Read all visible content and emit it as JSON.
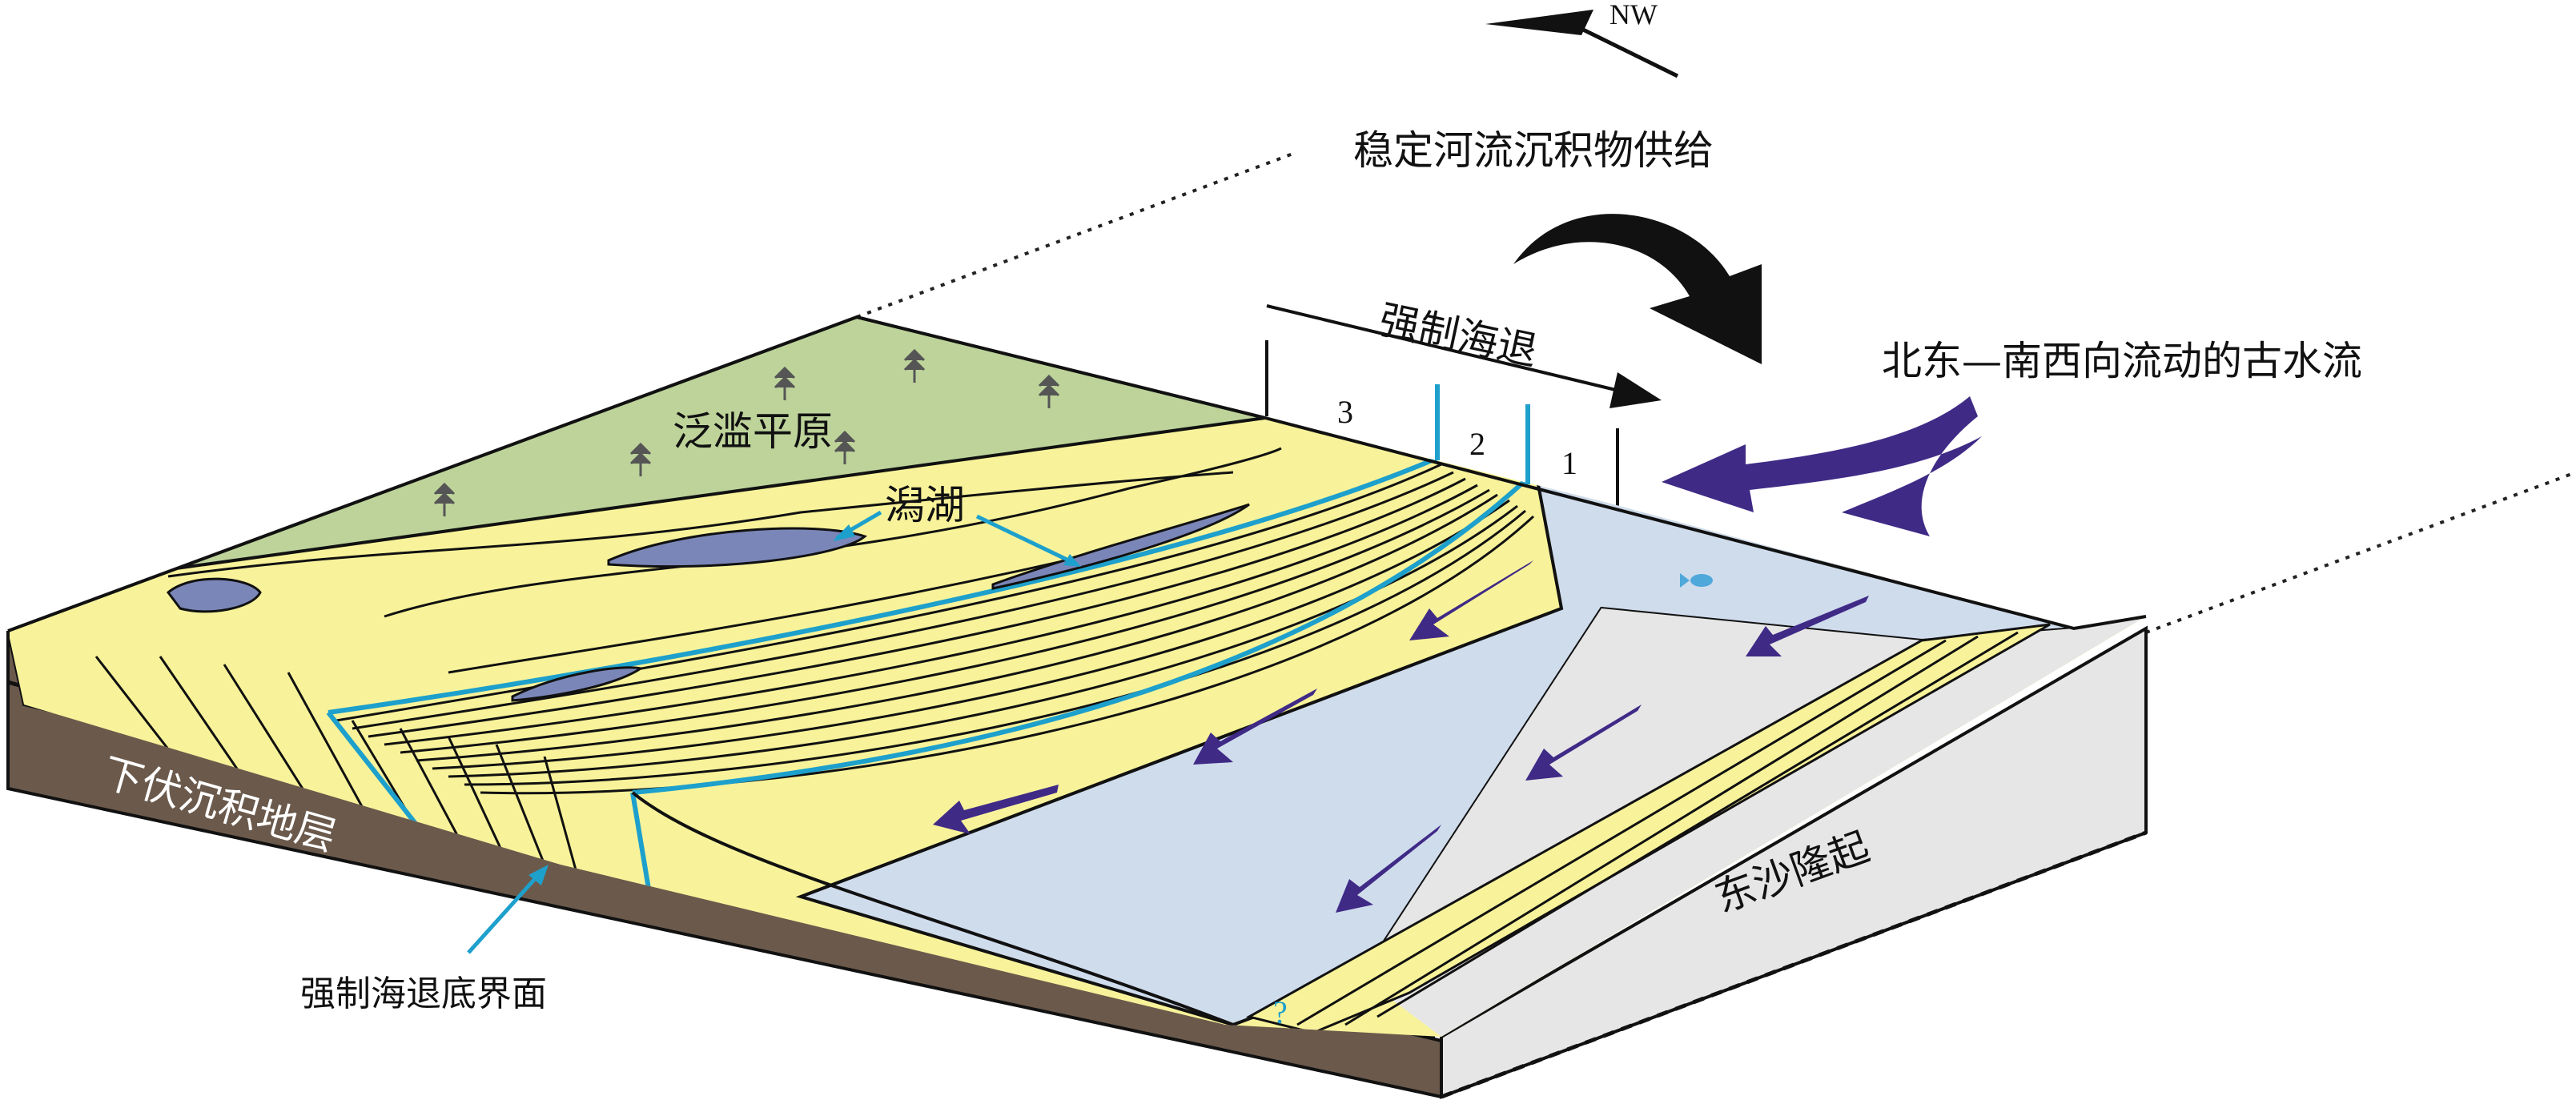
{
  "labels": {
    "north": "NW",
    "river_supply": "稳定河流沉积物供给",
    "forced_regression": "强制海退",
    "current": "北东—南西向流动的古水流",
    "floodplain": "泛滥平原",
    "lagoon": "潟湖",
    "underlying": "下伏沉积地层",
    "base_surface": "强制海退底界面",
    "uplift": "东沙隆起",
    "unknown": "?"
  },
  "stages": [
    "3",
    "2",
    "1"
  ],
  "colors": {
    "floodplain": "#bdd39a",
    "sand": "#f8f39a",
    "sea": "#cfdcec",
    "substrate": "#6b5a4c",
    "uplift": "#e6e6e6",
    "lagoon_water": "#7b86b8",
    "surface_line": "#1ea0cc",
    "current_arrow": "#3f2a86",
    "supply_arrow": "#111111"
  },
  "icons": [
    "tree-icon",
    "fish-icon",
    "north-arrow-icon",
    "current-arrow-icon",
    "supply-arrow-icon"
  ]
}
